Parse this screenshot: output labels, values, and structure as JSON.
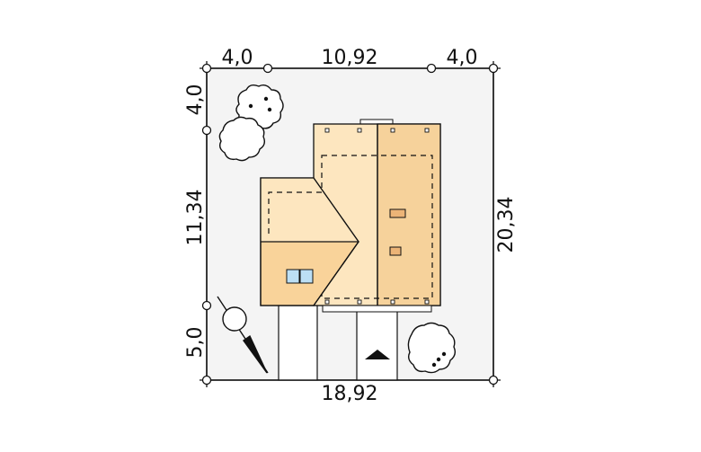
{
  "dimensions": {
    "top_left": "4,0",
    "top_middle": "10,92",
    "top_right": "4,0",
    "left_top": "4,0",
    "left_middle": "11,34",
    "left_bottom": "5,0",
    "right": "20,34",
    "bottom": "18,92"
  },
  "colors": {
    "plot_fill": "#f4f4f4",
    "roof_light": "#fde6bf",
    "roof_mid": "#f9d8a0",
    "roof_dark": "#f4c98a",
    "window_fill": "#bcdff5",
    "line": "#111111"
  }
}
